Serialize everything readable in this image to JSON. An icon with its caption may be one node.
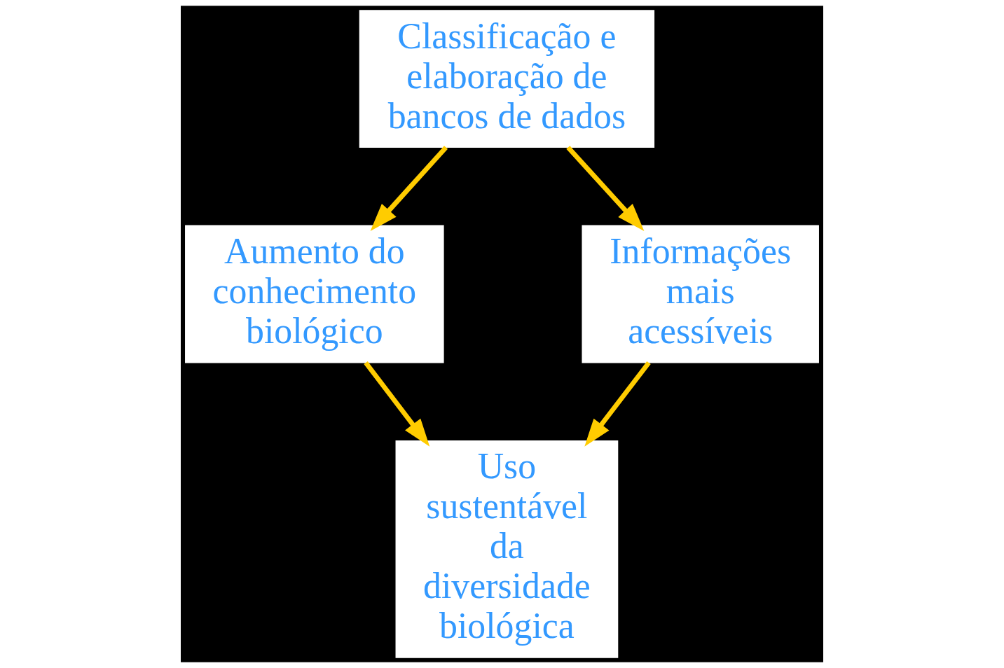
{
  "diagram": {
    "nodes": [
      {
        "text": [
          "Classificação e elaboração de bancos de dados"
        ]
      },
      {
        "text": [
          "Aumento do conhecimento biológico"
        ]
      },
      {
        "text": [
          "Informações mais acessíveis"
        ]
      },
      {
        "text": [
          "Uso sustentável da diversidade biológica"
        ]
      }
    ],
    "edges": [
      {
        "from": 0,
        "to": 1,
        "arrow": "to"
      },
      {
        "from": 0,
        "to": 2,
        "arrow": "to"
      },
      {
        "from": 1,
        "to": 3,
        "arrow": "to"
      },
      {
        "from": 2,
        "to": 3,
        "arrow": "to"
      }
    ]
  }
}
